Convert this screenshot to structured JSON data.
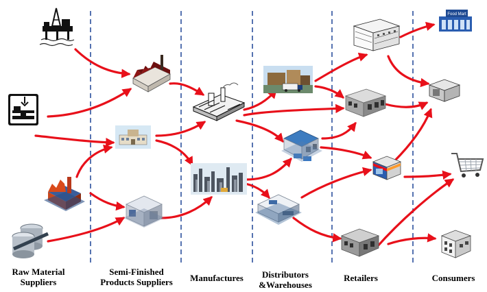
{
  "columns": [
    {
      "id": "raw",
      "lines": [
        "Raw Material",
        "Suppliers"
      ]
    },
    {
      "id": "semi",
      "lines": [
        "Semi-Finished",
        "Products Suppliers"
      ]
    },
    {
      "id": "manu",
      "lines": [
        "Manufactures"
      ]
    },
    {
      "id": "dist",
      "lines": [
        "Distributors",
        "&Warehouses"
      ]
    },
    {
      "id": "retail",
      "lines": [
        "Retailers"
      ]
    },
    {
      "id": "consumer",
      "lines": [
        "Consumers"
      ]
    }
  ],
  "store_sign": "Food Mart",
  "colors": {
    "arrow": "#e8101a",
    "divider": "#2b4f9c",
    "factory_roof": "#7a1010",
    "warehouse_roof": "#2e6fb0",
    "store_blue": "#2a5db0"
  },
  "icons": {
    "oil_rig": "oil-rig-icon",
    "steel_beam": "steel-beam-icon",
    "red_factory": "red-factory-icon",
    "barrels": "barrels-icon",
    "factory": "factory-icon",
    "small_office": "small-office-building-icon",
    "warehouse_light": "warehouse-icon",
    "industrial_plant": "industrial-plant-icon",
    "refinery": "refinery-icon",
    "truck_depot": "truck-depot-icon",
    "blue_warehouse": "blue-warehouse-icon",
    "distribution_center": "distribution-center-icon",
    "department_store": "department-store-icon",
    "grey_store": "grey-store-icon",
    "store_front": "store-front-icon",
    "mall": "mall-icon",
    "food_mart": "food-mart-icon",
    "shop": "shop-icon",
    "shopping_cart": "shopping-cart-icon",
    "house": "house-icon"
  }
}
